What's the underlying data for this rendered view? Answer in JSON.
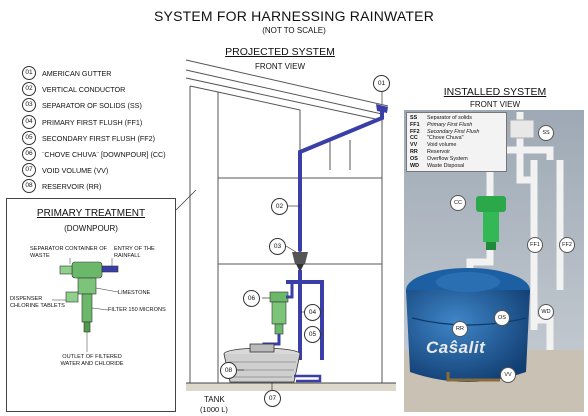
{
  "title": "SYSTEM FOR HARNESSING RAINWATER",
  "subtitle": "(NOT TO SCALE)",
  "projected": {
    "title": "PROJECTED SYSTEM",
    "subtitle": "FRONT VIEW"
  },
  "installed": {
    "title": "INSTALLED SYSTEM",
    "subtitle": "FRONT VIEW",
    "brand": "Caŝalit"
  },
  "legend": [
    {
      "num": "01",
      "label": "AMERICAN GUTTER"
    },
    {
      "num": "02",
      "label": "VERTICAL CONDUCTOR"
    },
    {
      "num": "03",
      "label": "SEPARATOR OF SOLIDS (SS)"
    },
    {
      "num": "04",
      "label": "PRIMARY FIRST FLUSH (FF1)"
    },
    {
      "num": "05",
      "label": "SECONDARY FIRST FLUSH (FF2)"
    },
    {
      "num": "06",
      "label": "¨CHOVE CHUVA¨ [DOWNPOUR] (CC)"
    },
    {
      "num": "07",
      "label": "VOID VOLUME (VV)"
    },
    {
      "num": "08",
      "label": "RESERVOIR (RR)"
    }
  ],
  "treatment": {
    "title": "PRIMARY TREATMENT",
    "subtitle": "(DOWNPOUR)",
    "labels": {
      "separator": "SEPARATOR CONTAINER OF WASTE",
      "entry": "ENTRY OF THE RAINFALL",
      "limestone": "LIMESTONE",
      "dispenser": "DISPENSER CHLORINE TABLETS",
      "filter": "FILTER 150 MICRONS",
      "outlet": "OUTLET OF FILTERED WATER AND CHLORIDE"
    }
  },
  "photo_legend": [
    {
      "abbr": "SS",
      "desc": "Separator of solids",
      "italic": false
    },
    {
      "abbr": "FF1",
      "desc": "Primary First Flush",
      "italic": true
    },
    {
      "abbr": "FF2",
      "desc": "Secondary First Flush",
      "italic": true
    },
    {
      "abbr": "CC",
      "desc": "\"Chove Chuva\"",
      "italic": false
    },
    {
      "abbr": "VV",
      "desc": "Void volume",
      "italic": false
    },
    {
      "abbr": "RR",
      "desc": "Reservoir",
      "italic": false
    },
    {
      "abbr": "OS",
      "desc": "Overflow System",
      "italic": false
    },
    {
      "abbr": "WD",
      "desc": "Waste Disposal",
      "italic": false
    }
  ],
  "photo_tags": {
    "ss": "SS",
    "cc": "CC",
    "ff1": "FF1",
    "ff2": "FF2",
    "wd": "WD",
    "rr": "RR",
    "os": "OS",
    "vv": "VV"
  },
  "callouts": {
    "c01": "01",
    "c02": "02",
    "c03": "03",
    "c04": "04",
    "c05": "05",
    "c06": "06",
    "c07": "07",
    "c08": "08"
  },
  "tank": {
    "label": "TANK",
    "volume": "(1000 L)"
  },
  "colors": {
    "pipe": "#3a3fa8",
    "downpour_green": "#6cb86a",
    "tank_blue": "#1c5fa3",
    "ground": "#c9c2b4"
  }
}
